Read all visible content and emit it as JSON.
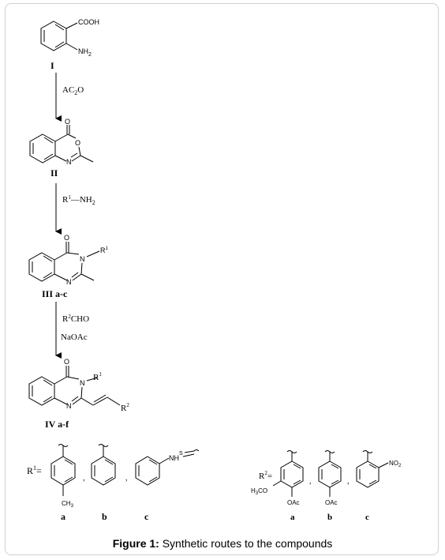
{
  "compounds": {
    "I": "I",
    "II": "II",
    "III": "III a-c",
    "IV": "IV a-f"
  },
  "atoms": {
    "cooh": "COOH",
    "nh2": "NH",
    "nh2_sub": "2",
    "o": "O",
    "n": "N",
    "r1": "R",
    "r1_sup": "1",
    "r2": "R",
    "r2_sup": "2",
    "ch3": "CH",
    "ch3_sub": "3",
    "h3co": "H",
    "h3co_rest": "CO",
    "oac": "OAc",
    "no2": "NO",
    "no2_sub": "2",
    "nh": "NH",
    "s": "S"
  },
  "reagents": {
    "step1": {
      "main": "AC",
      "sub": "2",
      "tail": "O"
    },
    "step2": {
      "r": "R",
      "sup": "1",
      "tail": "—NH",
      "sub": "2"
    },
    "step3a": {
      "r": "R",
      "sup": "2",
      "tail": "CHO"
    },
    "step3b": "NaOAc"
  },
  "substituents": {
    "r1_label": "R",
    "r1_label_sup": "1",
    "r1_label_eq": "=",
    "r2_label": "R",
    "r2_label_sup": "2",
    "r2_label_eq": "=",
    "letters": [
      "a",
      "b",
      "c"
    ],
    "separator": ","
  },
  "caption": {
    "label": "Figure 1:",
    "text": " Synthetic routes to the compounds"
  }
}
